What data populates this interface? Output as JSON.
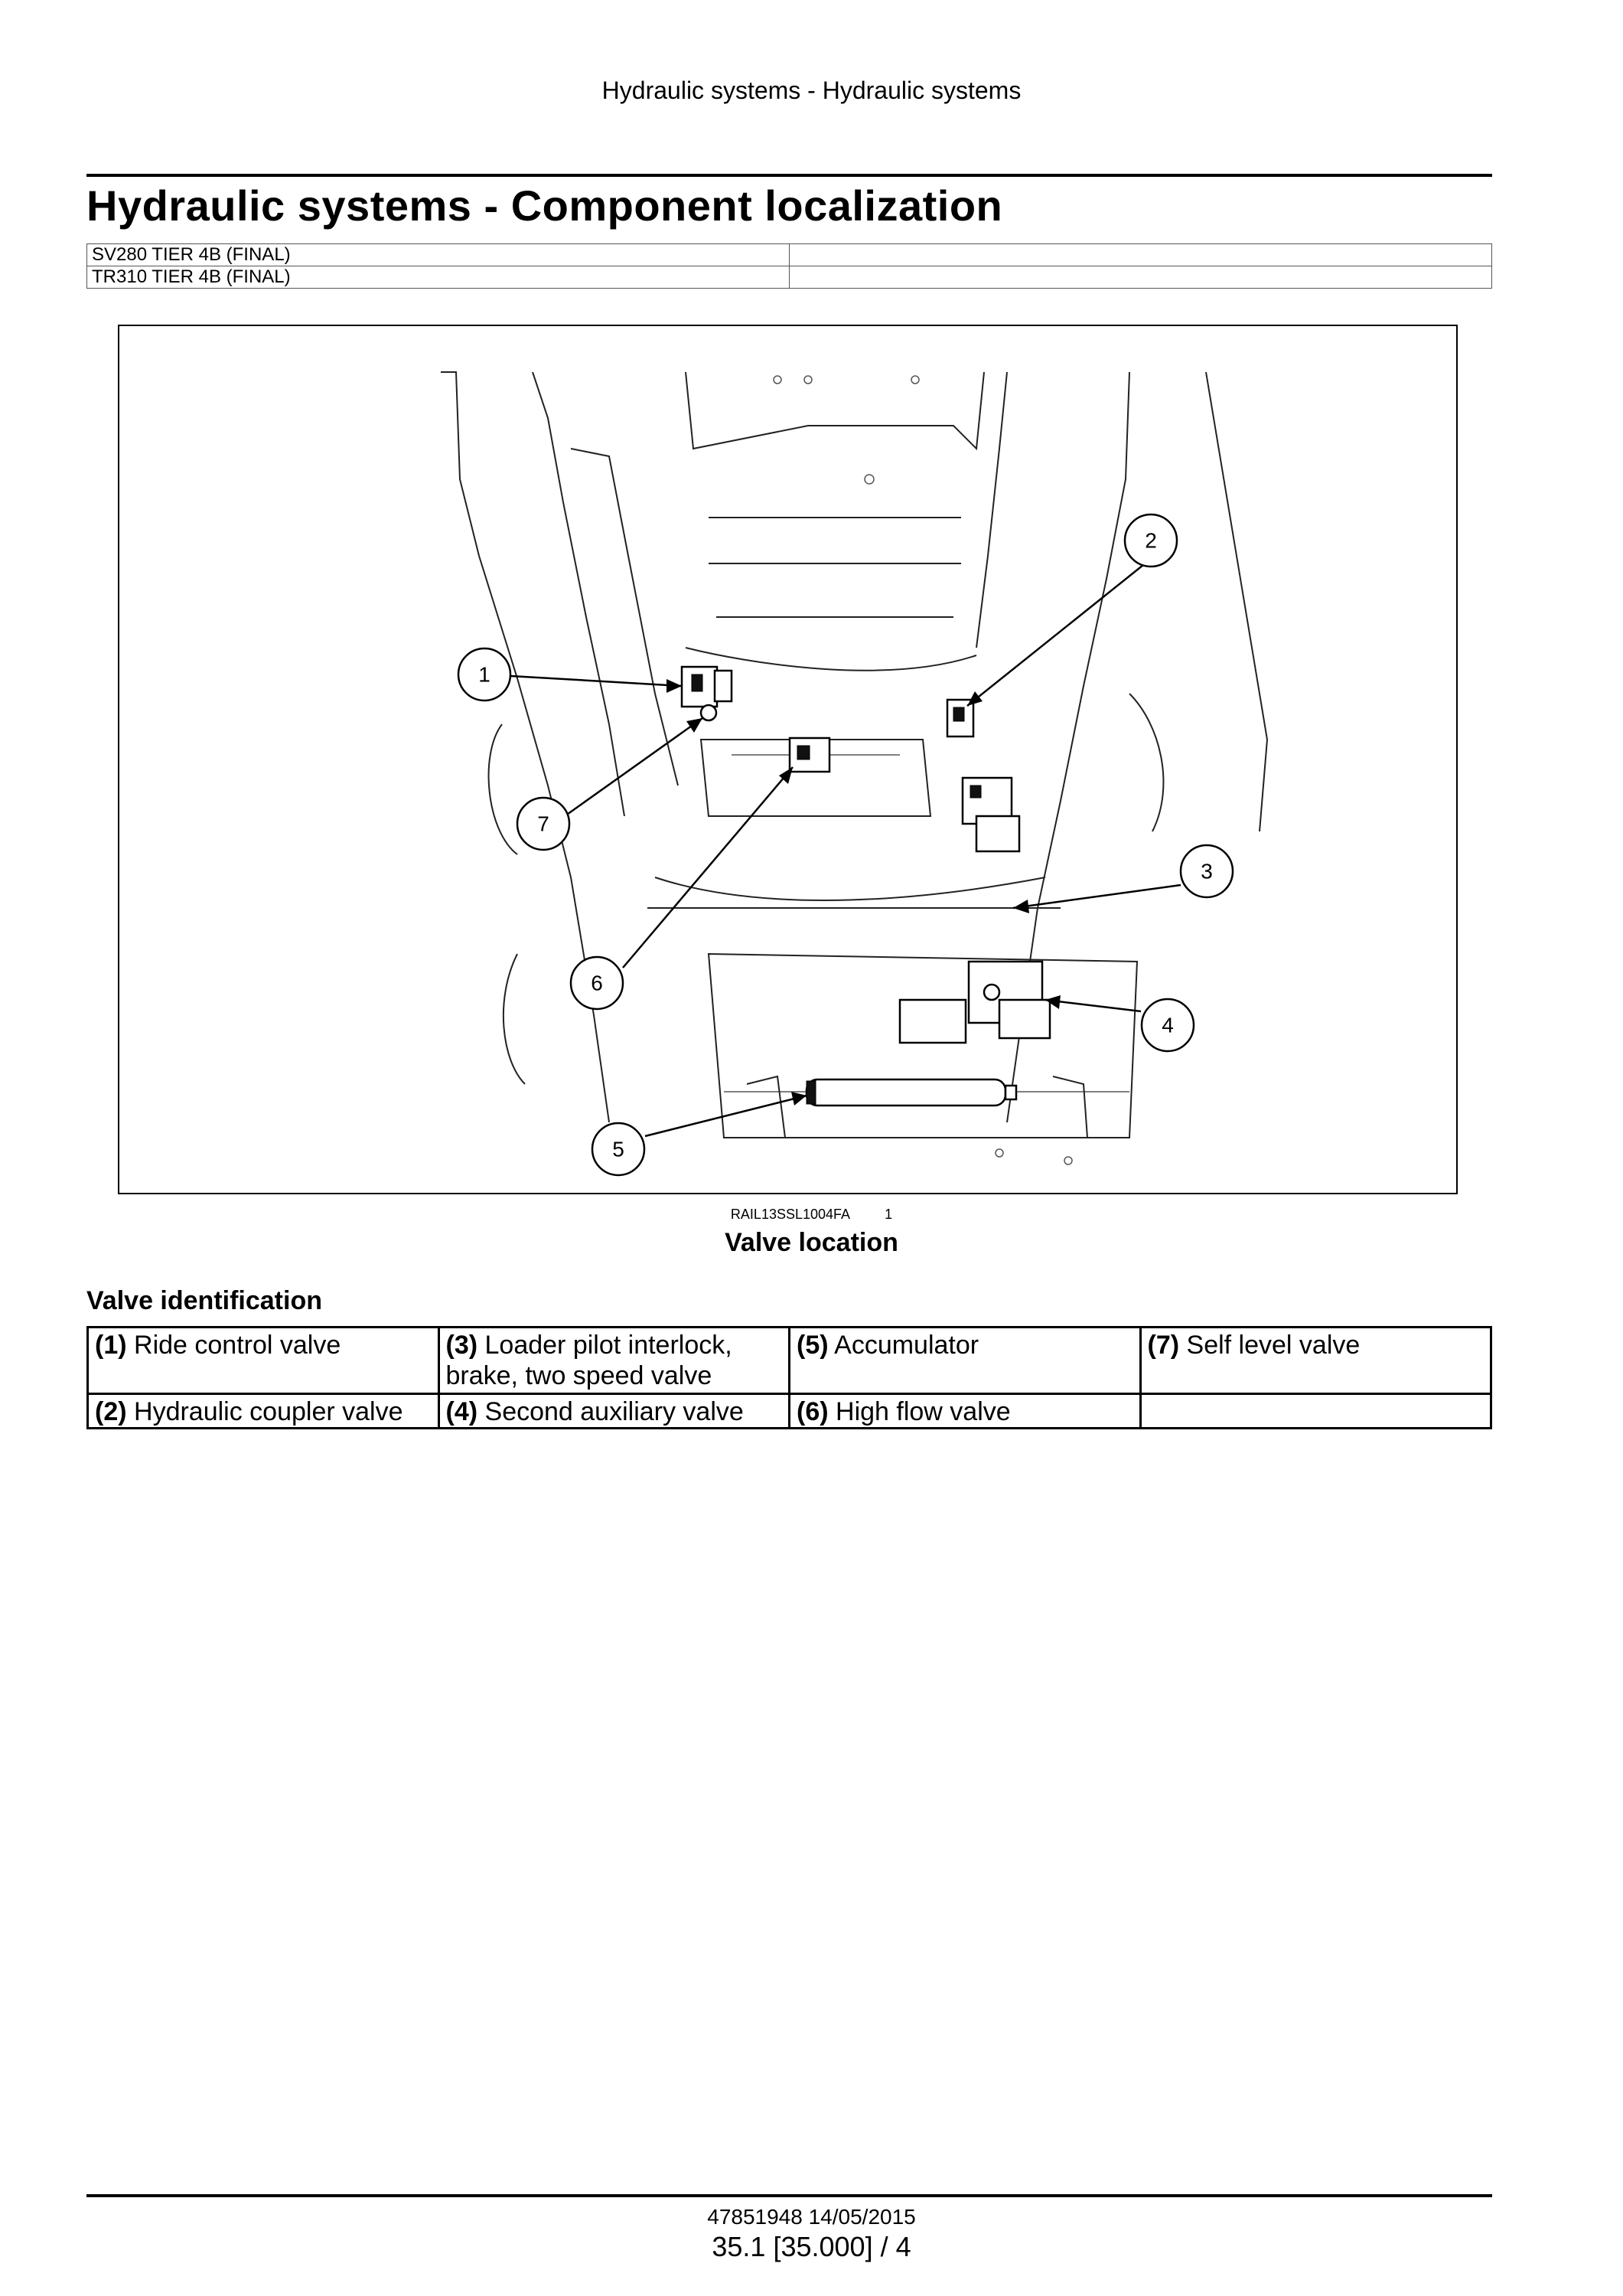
{
  "running_header": "Hydraulic systems - Hydraulic systems",
  "title": "Hydraulic systems - Component localization",
  "models": [
    {
      "name": "SV280 TIER 4B (FINAL)",
      "note": ""
    },
    {
      "name": "TR310 TIER 4B (FINAL)",
      "note": ""
    }
  ],
  "figure": {
    "code": "RAIL13SSL1004FA",
    "number": "1",
    "title": "Valve location",
    "callouts": [
      "1",
      "2",
      "3",
      "4",
      "5",
      "6",
      "7"
    ]
  },
  "valve_identification": {
    "heading": "Valve identification",
    "items": [
      {
        "num": "(1)",
        "label": "Ride control valve"
      },
      {
        "num": "(3)",
        "label": "Loader pilot interlock, brake, two speed valve"
      },
      {
        "num": "(5)",
        "label": "Accumulator"
      },
      {
        "num": "(7)",
        "label": "Self level valve"
      },
      {
        "num": "(2)",
        "label": "Hydraulic coupler valve"
      },
      {
        "num": "(4)",
        "label": "Second auxiliary valve"
      },
      {
        "num": "(6)",
        "label": "High flow valve"
      }
    ]
  },
  "footer": {
    "doc": "47851948 14/05/2015",
    "page": "35.1 [35.000] / 4"
  }
}
